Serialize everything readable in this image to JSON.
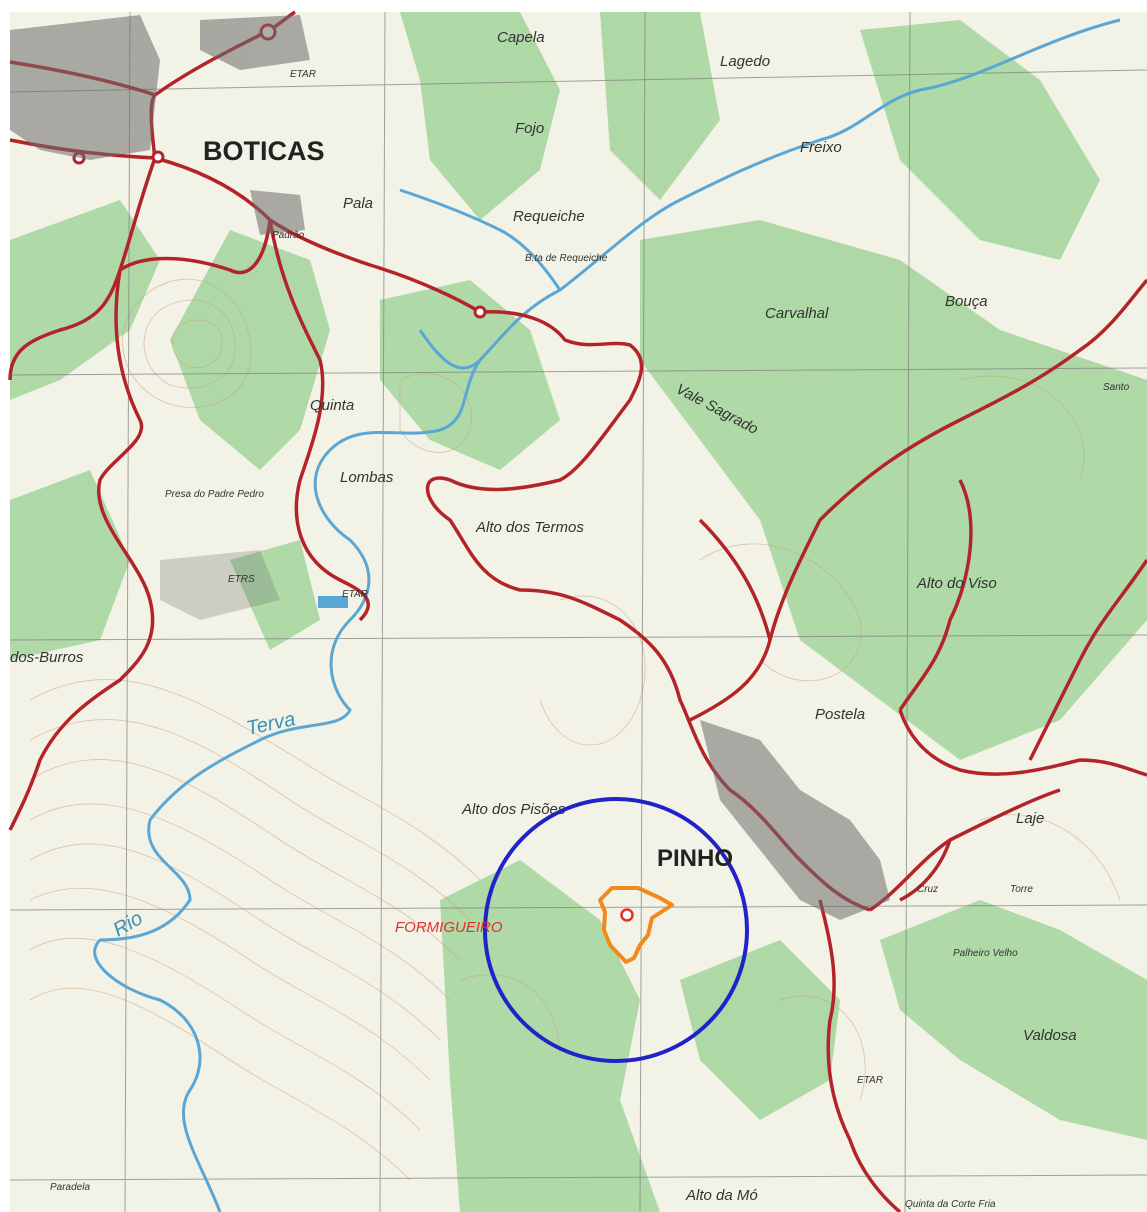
{
  "map": {
    "places": {
      "boticas": "BOTICAS",
      "capela": "Capela",
      "lagedo": "Lagedo",
      "fojo": "Fojo",
      "freixo": "Freixo",
      "pala": "Pala",
      "requeiche": "Requeiche",
      "bta_requeiche": "B.ta de Requeiche",
      "carvalhal": "Carvalhal",
      "bouca": "Bouça",
      "quinta": "Quinta",
      "vale_sagrado": "Vale Sagrado",
      "presa": "Presa do Padre Pedro",
      "lombas": "Lombas",
      "alto_dos_termos": "Alto dos Termos",
      "etrs": "ETRS",
      "etar_top": "ETAR",
      "etar_mid": "ETAR",
      "etar_bottom": "ETAR",
      "alto_do_viso": "Alto do Viso",
      "dos_burros": "dos-Burros",
      "terva": "Terva",
      "postela": "Postela",
      "alto_dos_pisoes": "Alto dos Pisões",
      "laje": "Laje",
      "pinho": "PINHO",
      "cruz": "Cruz",
      "torre": "Torre",
      "formigueiro": "FORMIGUEIRO",
      "rio": "Rio",
      "palheiro_velho": "Palheiro Velho",
      "valdosa": "Valdosa",
      "paradela": "Paradela",
      "alto_da_mo": "Alto da Mó",
      "quinta_corte_fria": "Quinta da Corte Fria",
      "padrao": "Padrão",
      "sando": "Santo"
    },
    "colors": {
      "forest": "#9fd39a",
      "open": "#f3f2e6",
      "road": "#b3242a",
      "water": "#5aa7d6",
      "buffer": "#1f23c9",
      "parcel": "#f08a1c",
      "grid": "#7d7d7d",
      "contour": "#c9a27a"
    }
  }
}
